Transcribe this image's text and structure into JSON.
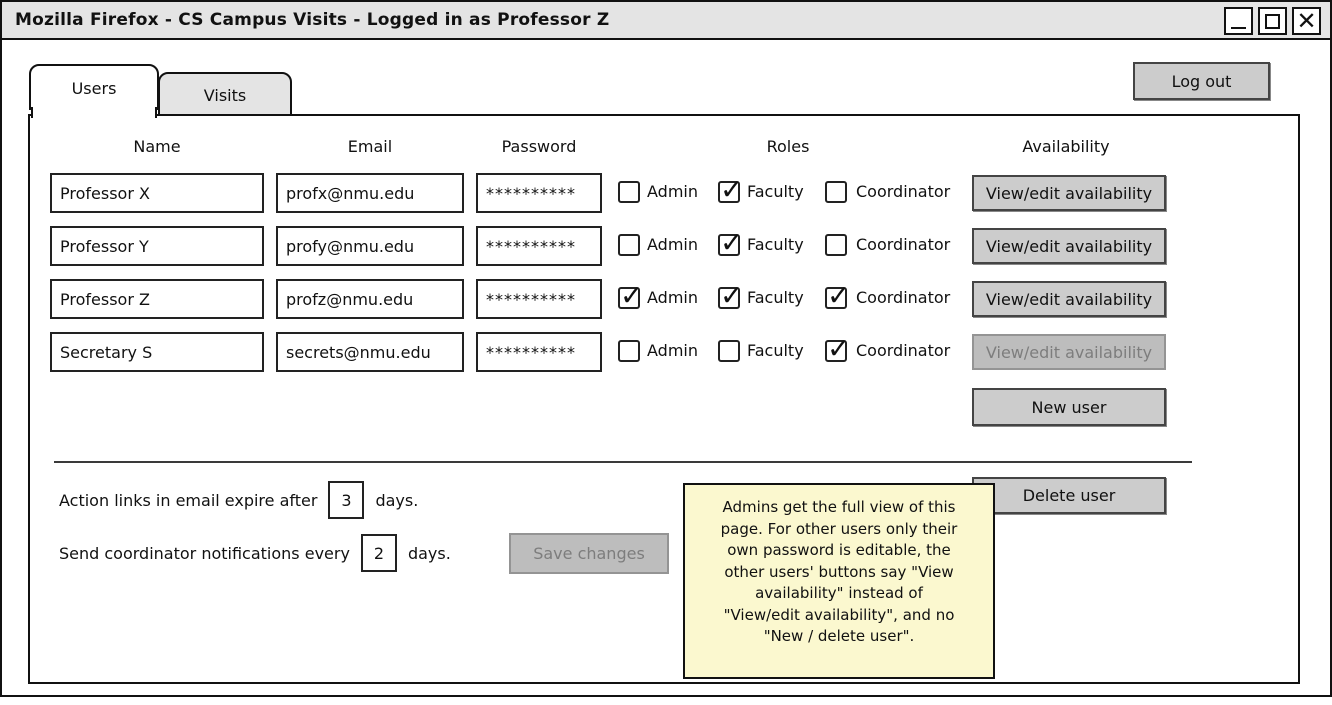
{
  "window": {
    "title": "Mozilla Firefox - CS Campus Visits - Logged in as Professor Z"
  },
  "icons": {
    "close": "✕",
    "checkmark": "✓"
  },
  "tabs": [
    {
      "label": "Users",
      "active": true
    },
    {
      "label": "Visits",
      "active": false
    }
  ],
  "toolbar": {
    "logout_label": "Log out"
  },
  "table": {
    "headers": {
      "name": "Name",
      "email": "Email",
      "password": "Password",
      "roles": "Roles",
      "availability": "Availability"
    },
    "role_labels": {
      "admin": "Admin",
      "faculty": "Faculty",
      "coordinator": "Coordinator"
    },
    "rows": [
      {
        "name": "Professor X",
        "email": "profx@nmu.edu",
        "password": "**********",
        "admin": false,
        "faculty": true,
        "coordinator": false,
        "availability_label": "View/edit availability",
        "availability_disabled": false
      },
      {
        "name": "Professor Y",
        "email": "profy@nmu.edu",
        "password": "**********",
        "admin": false,
        "faculty": true,
        "coordinator": false,
        "availability_label": "View/edit availability",
        "availability_disabled": false
      },
      {
        "name": "Professor Z",
        "email": "profz@nmu.edu",
        "password": "**********",
        "admin": true,
        "faculty": true,
        "coordinator": true,
        "availability_label": "View/edit availability",
        "availability_disabled": false
      },
      {
        "name": "Secretary S",
        "email": "secrets@nmu.edu",
        "password": "**********",
        "admin": false,
        "faculty": false,
        "coordinator": true,
        "availability_label": "View/edit availability",
        "availability_disabled": true
      }
    ]
  },
  "buttons": {
    "new_user": "New user",
    "delete_user": "Delete user",
    "save_changes": "Save changes"
  },
  "settings": {
    "expire_text_before": "Action links in email expire after",
    "expire_value": "3",
    "expire_text_after": "days.",
    "notify_text_before": "Send coordinator notifications every",
    "notify_value": "2",
    "notify_text_after": "days."
  },
  "note": {
    "text": "Admins get the full view of this\npage. For other users only their\nown password is editable, the\nother users' buttons say \"View\navailability\" instead of\n\"View/edit availability\", and no\n\"New / delete user\"."
  },
  "colors": {
    "titlebar_bg": "#e4e4e4",
    "button_bg": "#cccccc",
    "disabled_button_bg": "#bdbdbd",
    "disabled_text": "#7d7d7d",
    "note_bg": "#fbf8cf",
    "border": "#111111"
  }
}
